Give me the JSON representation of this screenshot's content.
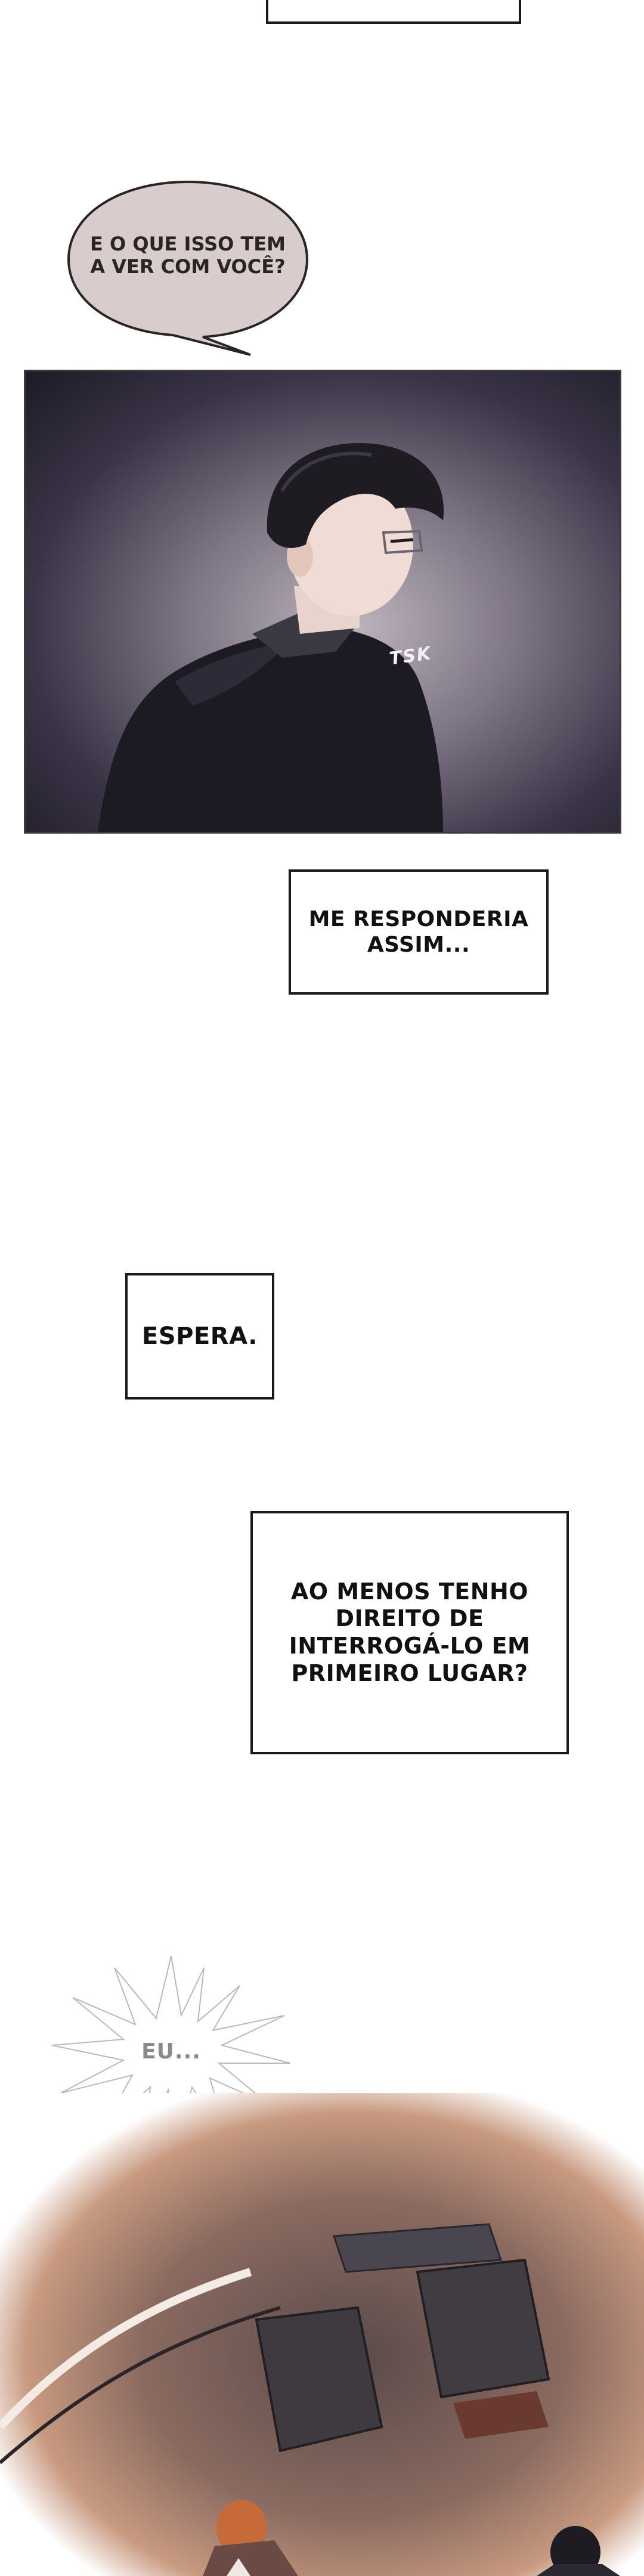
{
  "captions": {
    "top": "",
    "c1": "ME RESPONDERIA ASSIM...",
    "c2": "ESPERA.",
    "c3": "AO MENOS TENHO DIREITO DE INTERROGÁ-LO EM PRIMEIRO LUGAR?"
  },
  "speech": {
    "text": "E O QUE ISSO TEM A VER COM VOCÊ?"
  },
  "panel": {
    "sfx": "TSK"
  },
  "burst": {
    "text": "EU..."
  },
  "colors": {
    "panel_dark": "#1d1a26",
    "speech_fill": "#d9cccc",
    "scene_warm": "#c89a80"
  }
}
